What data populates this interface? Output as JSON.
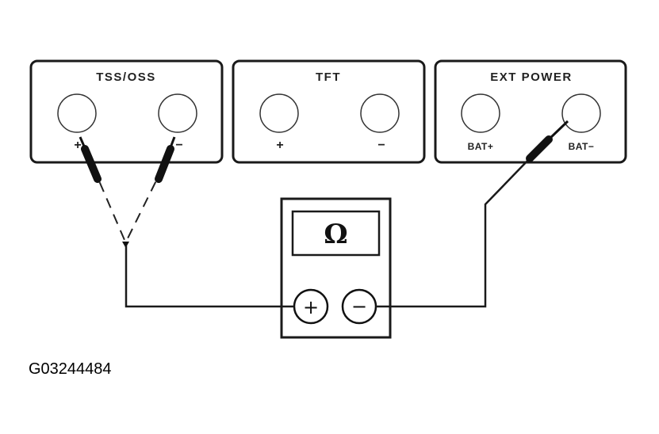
{
  "panels": [
    {
      "label": "TSS/OSS",
      "left_jack": "+",
      "right_jack": "−"
    },
    {
      "label": "TFT",
      "left_jack": "+",
      "right_jack": "−"
    },
    {
      "label": "EXT POWER",
      "left_jack": "BAT+",
      "right_jack": "BAT−"
    }
  ],
  "meter": {
    "display_symbol": "Ω",
    "positive_terminal": "+",
    "negative_terminal": "−"
  },
  "figure_id": "G03244484"
}
